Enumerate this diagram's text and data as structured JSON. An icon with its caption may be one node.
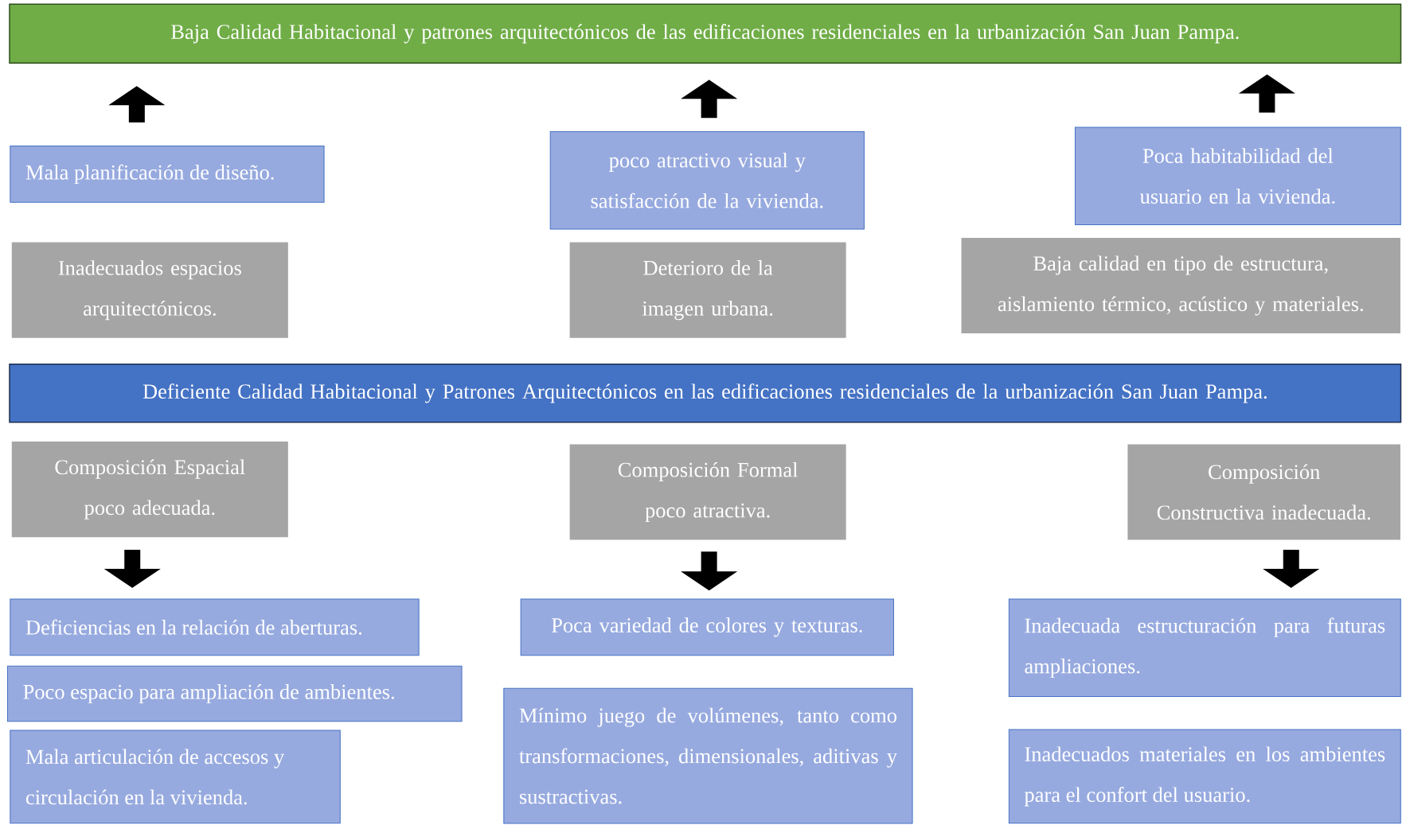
{
  "diagram": {
    "nodes": [
      {
        "text": [
          "Baja Calidad Habitacional y patrones arquitectónicos de las edificaciones residenciales en la urbanización San Juan Pampa."
        ]
      },
      {
        "text": [
          "Mala planificación de diseño."
        ]
      },
      {
        "text": [
          "poco atractivo visual y satisfacción de la vivienda."
        ]
      },
      {
        "text": [
          "Poca habitabilidad del usuario en la vivienda."
        ]
      },
      {
        "text": [
          "Inadecuados espacios arquitectónicos."
        ]
      },
      {
        "text": [
          "Deterioro de la imagen urbana."
        ]
      },
      {
        "text": [
          "Baja calidad en tipo de estructura, aislamiento térmico, acústico y materiales."
        ]
      },
      {
        "text": [
          "Deficiente Calidad Habitacional y Patrones Arquitectónicos en las edificaciones residenciales de la urbanización San Juan Pampa."
        ]
      },
      {
        "text": [
          "Composición Espacial poco adecuada."
        ]
      },
      {
        "text": [
          "Composición Formal poco atractiva."
        ]
      },
      {
        "text": [
          "Composición Constructiva inadecuada."
        ]
      },
      {
        "text": [
          "Deficiencias en la relación de aberturas."
        ]
      },
      {
        "text": [
          "Poco espacio para ampliación de ambientes."
        ]
      },
      {
        "text": [
          "Mala articulación de accesos y circulación en la vivienda."
        ]
      },
      {
        "text": [
          "Poca variedad de colores y texturas."
        ]
      },
      {
        "text": [
          "Mínimo juego de volúmenes, tanto como transformaciones, dimensionales, aditivas y sustractivas."
        ]
      },
      {
        "text": [
          "Inadecuada estructuración para futuras ampliaciones."
        ]
      },
      {
        "text": [
          "Inadecuados materiales en los ambientes para el confort del usuario."
        ]
      }
    ],
    "edges": [
      {
        "from": 1,
        "to": 0,
        "arrow": "to"
      },
      {
        "from": 2,
        "to": 0,
        "arrow": "to"
      },
      {
        "from": 3,
        "to": 0,
        "arrow": "to"
      },
      {
        "from": 8,
        "to": 11,
        "arrow": "to"
      },
      {
        "from": 9,
        "to": 14,
        "arrow": "to"
      },
      {
        "from": 10,
        "to": 16,
        "arrow": "to"
      }
    ]
  }
}
